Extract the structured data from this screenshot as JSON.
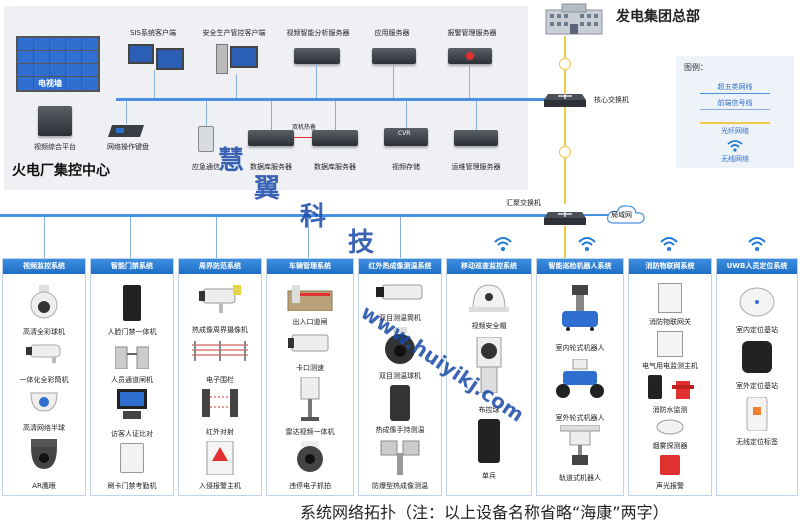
{
  "hq": {
    "title": "发电集团总部"
  },
  "control_center": {
    "title": "火电厂集控中心"
  },
  "switches": {
    "core": "核心交换机",
    "aggregate": "汇聚交换机",
    "wan": "局域网"
  },
  "legend": {
    "title": "图例：",
    "items": [
      "超五类网线",
      "前端信号线",
      "光纤网络",
      "无线网络"
    ],
    "colors": {
      "cat5": "#4a90e2",
      "signal": "#8aaed6",
      "fiber": "#f0c84a",
      "wireless": "#1e7bd8"
    }
  },
  "center_devices": {
    "sis_client": "SIS系统客户端",
    "safety_client": "安全生产管控客户端",
    "video_analysis": "视频智能分析服务器",
    "app_server": "应用服务器",
    "alarm_server": "报警管理服务器",
    "video_platform": "视频综合平台",
    "keyboard": "网络操作键盘",
    "emergency": "应急通信",
    "db1": "数据库服务器",
    "dual_hot": "双机热备",
    "db2": "数据库服务器",
    "storage": "视频存储",
    "ops_server": "运维管理服务器",
    "storage_badge": "CVR",
    "wall_label": "电视墙"
  },
  "panels": [
    {
      "title": "视频监控系统",
      "items": [
        "高清全彩球机",
        "一体化全彩筒机",
        "高清网络半球",
        "AR鹰眼"
      ]
    },
    {
      "title": "智能门禁系统",
      "items": [
        "人脸门禁一体机",
        "人员通道闸机",
        "访客人证比对",
        "刷卡门禁考勤机"
      ]
    },
    {
      "title": "周界防范系统",
      "items": [
        "热成像周界摄像机",
        "电子围栏",
        "红外对射",
        "入侵报警主机"
      ]
    },
    {
      "title": "车辆管理系统",
      "items": [
        "出入口道闸",
        "卡口测速",
        "雷达视频一体机",
        "违停电子抓拍"
      ]
    },
    {
      "title": "红外热成像测温系统",
      "items": [
        "双目测温筒机",
        "双目测温球机",
        "热成像手持测温",
        "防爆型热成像测温"
      ]
    },
    {
      "title": "移动巡查监控系统",
      "items": [
        "视频安全帽",
        "布控球",
        "单兵"
      ]
    },
    {
      "title": "智能巡检机器人系统",
      "items": [
        "室内轮式机器人",
        "室外轮式机器人",
        "轨道式机器人"
      ]
    },
    {
      "title": "消防物联网系统",
      "items": [
        "消防物联网关",
        "电气用电监测主机",
        "消防水监测",
        "烟雾探测器",
        "声光报警"
      ]
    },
    {
      "title": "UWB人员定位系统",
      "items": [
        "室内定位基站",
        "室外定位基站",
        "无线定位标签"
      ]
    }
  ],
  "watermark": {
    "chars": [
      "慧",
      "翼",
      "科",
      "技"
    ],
    "url": "www.huiyikj.com"
  },
  "footer": "系统网络拓扑（注：以上设备名称省略“海康”两字）"
}
